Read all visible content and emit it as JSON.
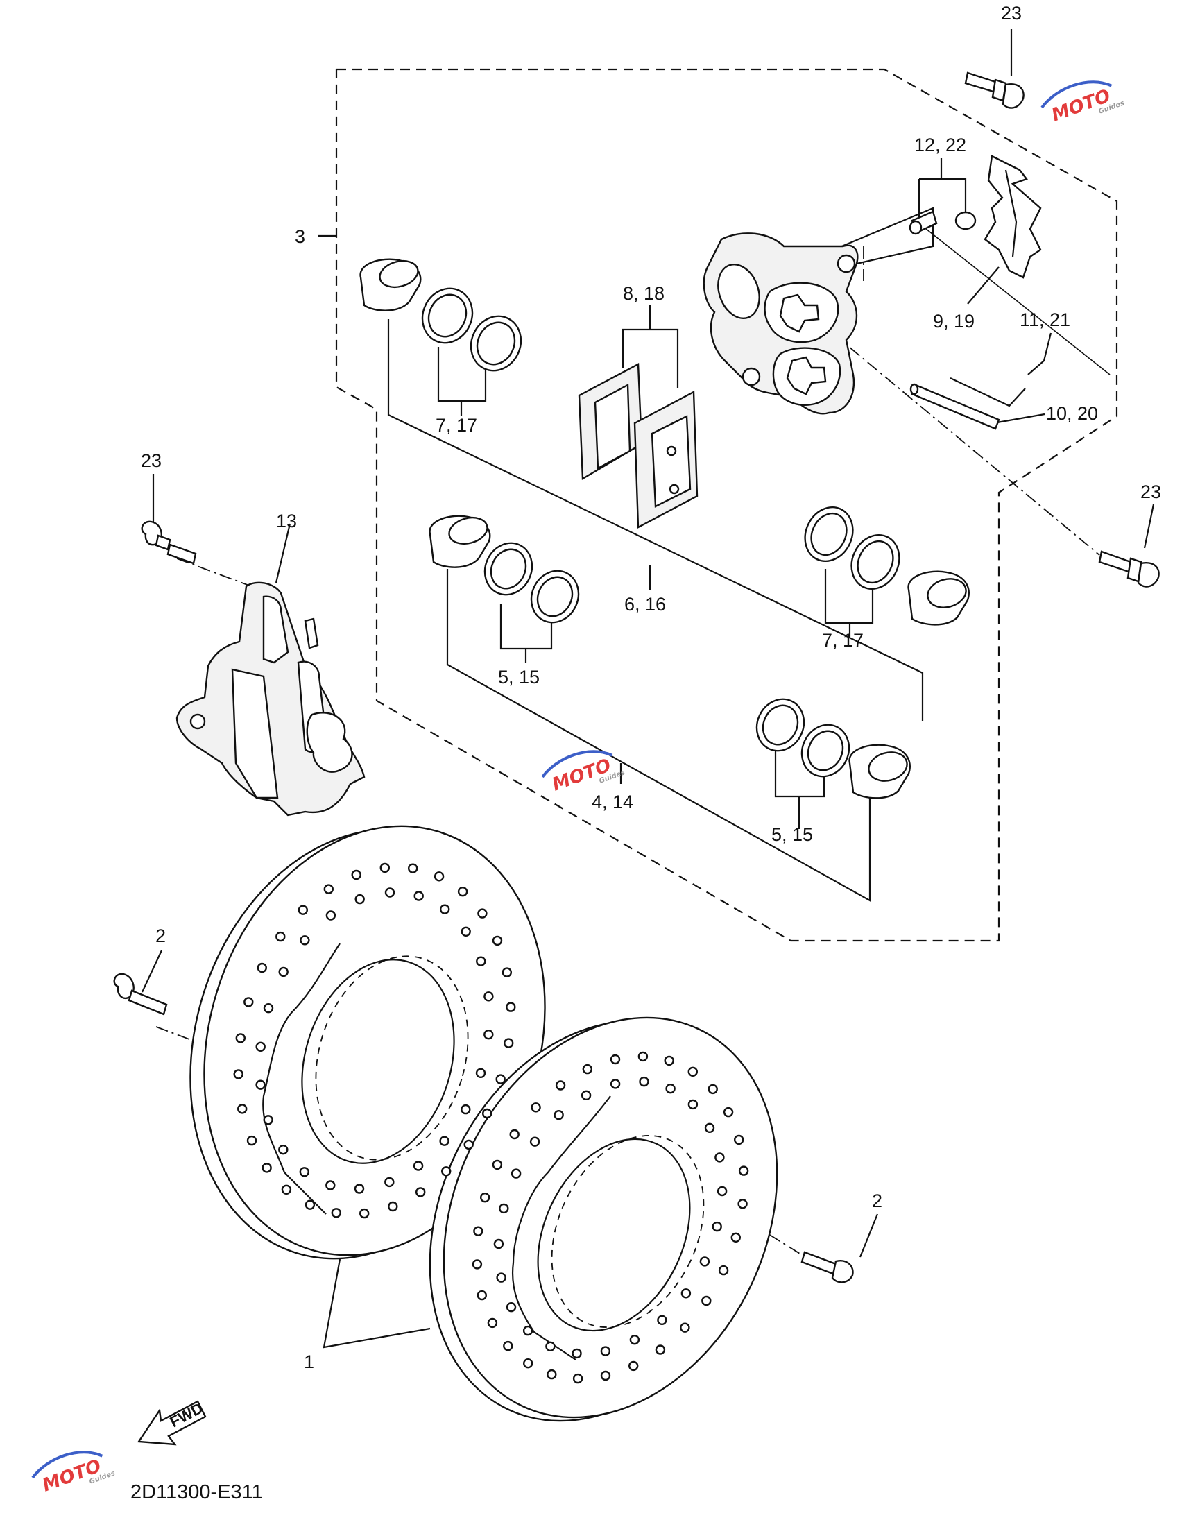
{
  "diagram": {
    "code": "2D11300-E311",
    "fwd_label": "FWD",
    "callouts": {
      "c1": "1",
      "c2a": "2",
      "c2b": "2",
      "c3": "3",
      "c4": "4, 14",
      "c5a": "5, 15",
      "c5b": "5, 15",
      "c6": "6, 16",
      "c7a": "7, 17",
      "c7b": "7, 17",
      "c8": "8, 18",
      "c9": "9, 19",
      "c10": "10, 20",
      "c11": "11, 21",
      "c12": "12, 22",
      "c13": "13",
      "c23a": "23",
      "c23b": "23",
      "c23c": "23"
    }
  },
  "watermark": {
    "text": "MOTO",
    "sub": "Guides",
    "colors": {
      "red": "#e23b3b",
      "blue": "#3c5fc8",
      "gray": "#9a9a9a"
    }
  }
}
